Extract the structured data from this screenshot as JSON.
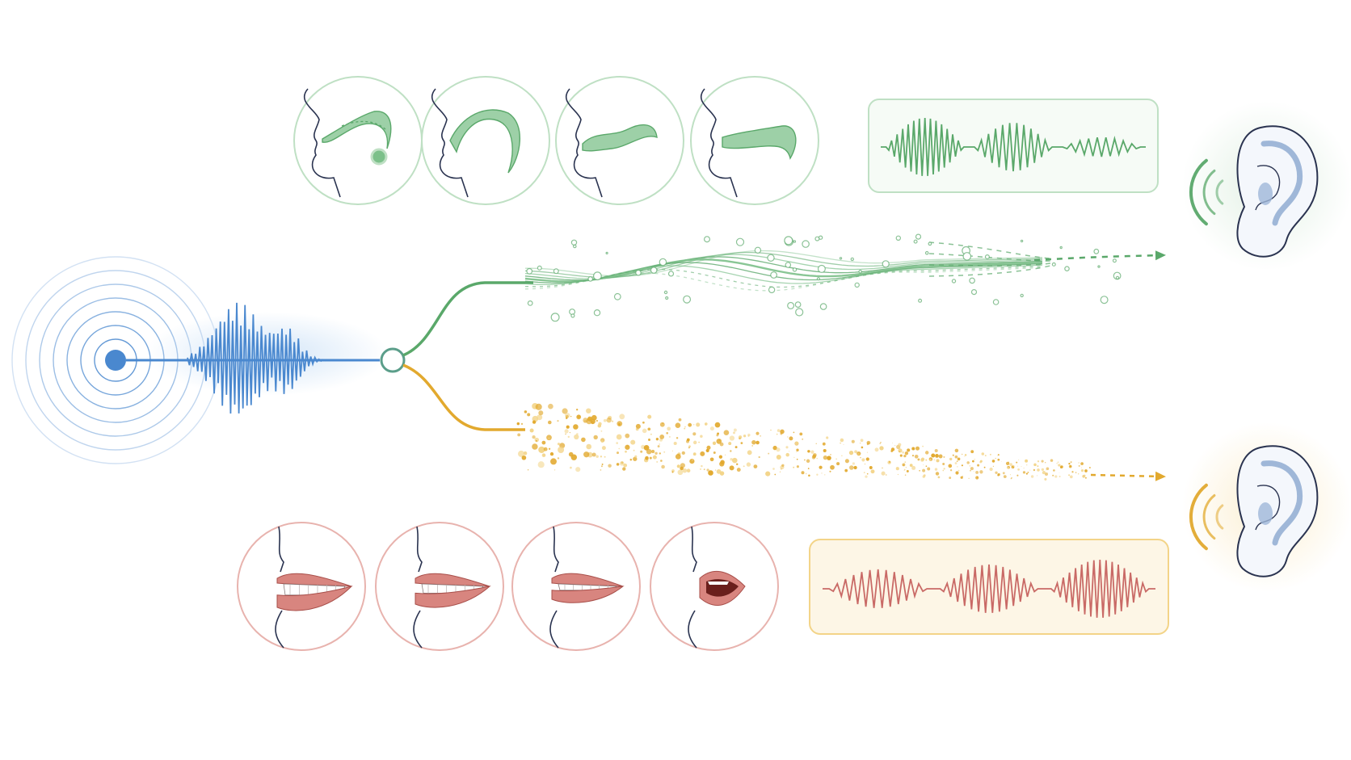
{
  "palette": {
    "source": "#4a88cf",
    "source_glow": "#cfe3f7",
    "green": "#5aa86a",
    "green_light": "#bfe0c4",
    "green_fill": "#7cc08a",
    "orange": "#e2a92e",
    "orange_light": "#f3d488",
    "red": "#c96a66",
    "red_light": "#e8b3ae",
    "lip": "#d8857f",
    "ink": "#2a3350",
    "ear_fill": "#f4f7fc",
    "ear_inner": "#9fb7d8"
  },
  "source": {
    "icon": "radiating-source-icon",
    "ring_count": 7
  },
  "branches": [
    {
      "name": "upper",
      "color_key": "green",
      "articulation_icons": [
        "tongue-profile-icon",
        "tongue-profile-icon",
        "tongue-profile-icon",
        "tongue-profile-icon"
      ],
      "waveform_bursts": [
        {
          "amplitude": 0.9,
          "cycles": 14
        },
        {
          "amplitude": 0.75,
          "cycles": 11
        },
        {
          "amplitude": 0.3,
          "cycles": 9
        }
      ],
      "flow_style": "wavy-stream",
      "receiver_icon": "ear-icon"
    },
    {
      "name": "lower",
      "color_key": "orange",
      "articulation_icons": [
        "lips-profile-icon",
        "lips-profile-icon",
        "lips-profile-icon",
        "lips-open-icon"
      ],
      "waveform_bursts": [
        {
          "amplitude": 0.6,
          "cycles": 12
        },
        {
          "amplitude": 0.75,
          "cycles": 14
        },
        {
          "amplitude": 0.9,
          "cycles": 16
        }
      ],
      "flow_style": "particle-stream",
      "receiver_icon": "ear-icon"
    }
  ]
}
